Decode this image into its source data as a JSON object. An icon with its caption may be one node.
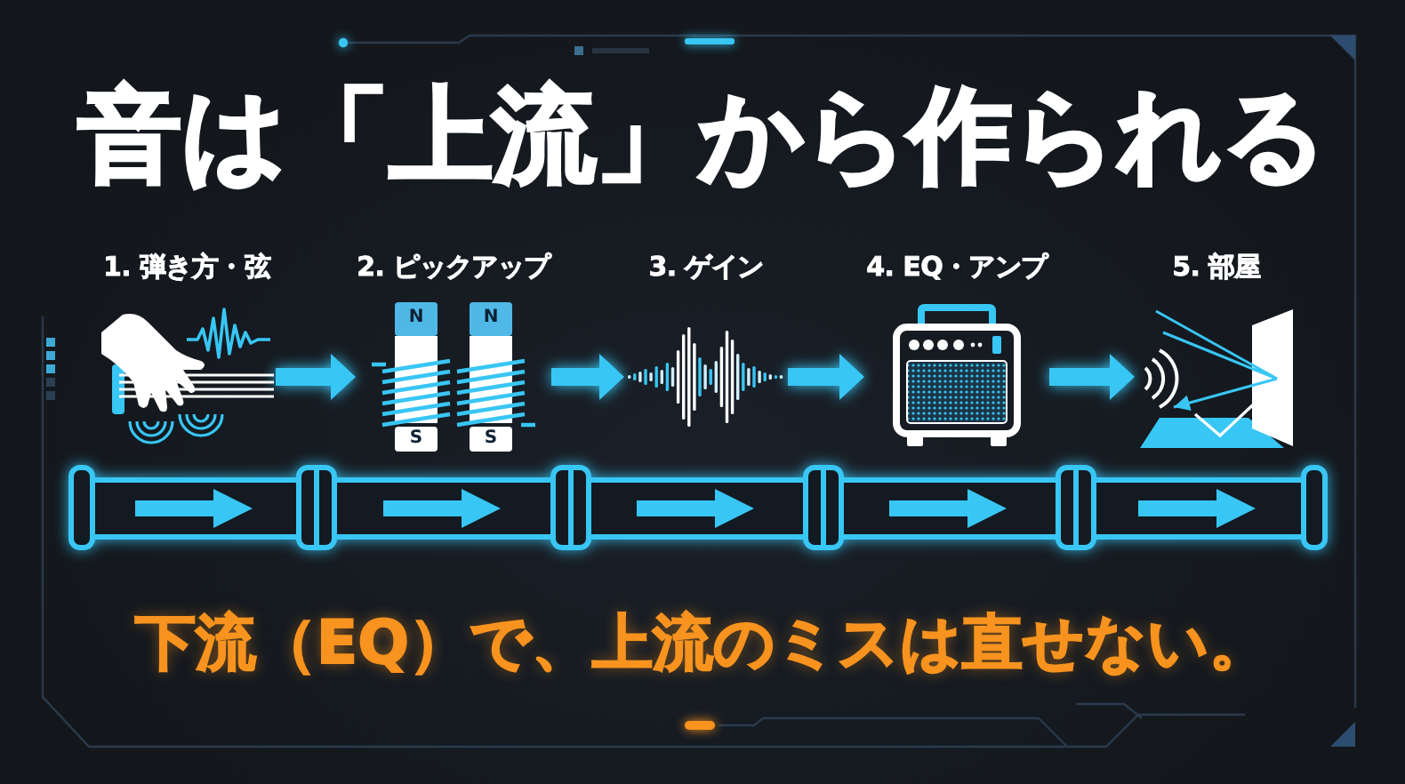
{
  "diagram": {
    "title": "音は「上流」から作られる",
    "caption": "下流（EQ）で、上流のミスは直せない。",
    "nodes": [
      {
        "text": [
          "1. 弾き方・弦"
        ]
      },
      {
        "text": [
          "2. ピックアップ"
        ]
      },
      {
        "text": [
          "3. ゲイン"
        ]
      },
      {
        "text": [
          "4. EQ・アンプ"
        ]
      },
      {
        "text": [
          "5. 部屋"
        ]
      }
    ],
    "edges": [
      {
        "from": 0,
        "to": 1,
        "arrow": "to"
      },
      {
        "from": 1,
        "to": 2,
        "arrow": "to"
      },
      {
        "from": 2,
        "to": 3,
        "arrow": "to"
      },
      {
        "from": 3,
        "to": 4,
        "arrow": "to"
      }
    ],
    "labels": [
      "N",
      "N",
      "S",
      "S"
    ]
  }
}
